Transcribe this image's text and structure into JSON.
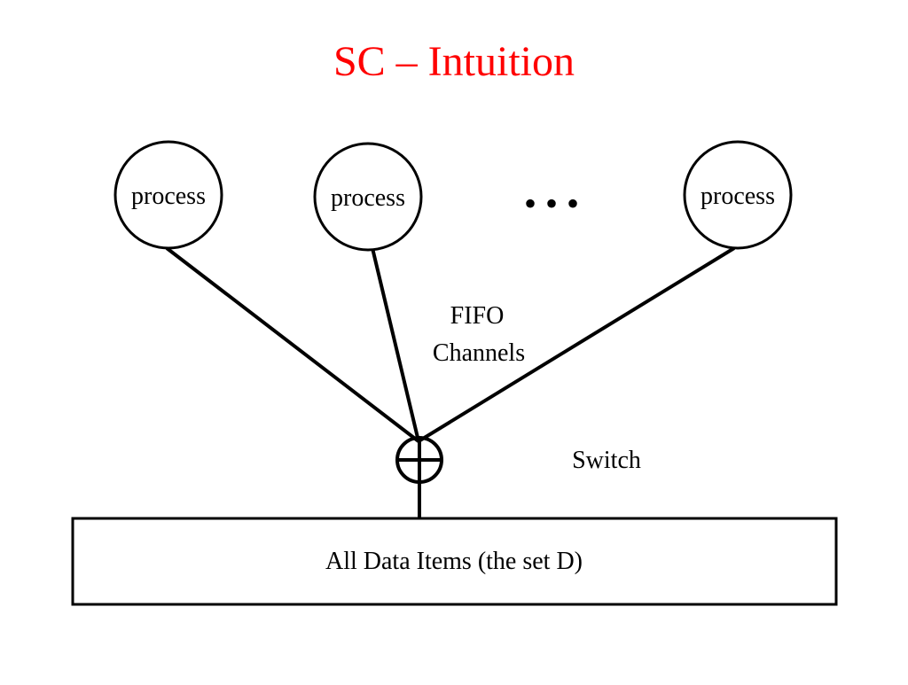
{
  "slide": {
    "title": "SC – Intuition",
    "title_color": "#ff0000",
    "stroke_color": "#000000"
  },
  "processes": [
    {
      "label": "process"
    },
    {
      "label": "process"
    },
    {
      "label": "process"
    }
  ],
  "ellipsis": "•  •  •",
  "channels_label": [
    "FIFO",
    "Channels"
  ],
  "switch_label": "Switch",
  "memory_label": "All Data Items (the set D)"
}
